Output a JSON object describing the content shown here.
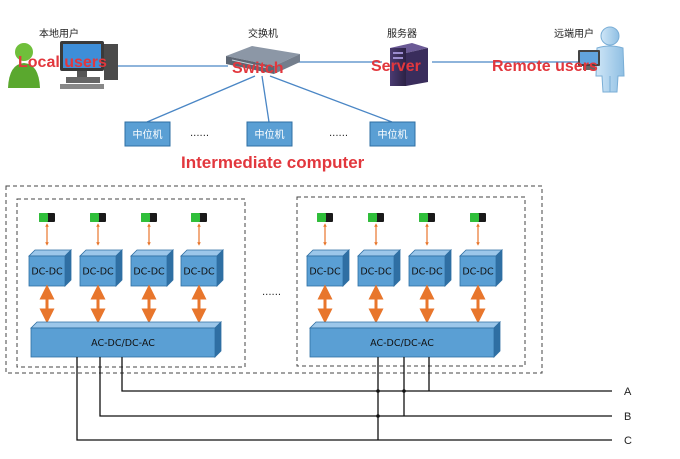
{
  "nodes": {
    "local_user": {
      "cn": "本地用户",
      "en": "Local  users"
    },
    "switch": {
      "cn": "交换机",
      "en": "Switch"
    },
    "server": {
      "cn": "服务器",
      "en": "Server"
    },
    "remote_user": {
      "cn": "远端用户",
      "en": "Remote users"
    }
  },
  "intermediate": {
    "box_label": "中位机",
    "dots": "......",
    "en": "Intermediate computer"
  },
  "modules": {
    "dcdc_label": "DC-DC",
    "acdc_label": "AC-DC/DC-AC",
    "between_dots": "......"
  },
  "bus_labels": [
    "A",
    "B",
    "C"
  ],
  "colors": {
    "box_fill": "#5a9fd4",
    "box_edge": "#2f6fa3",
    "box_top": "#9cc7ea",
    "arrow_orange": "#e8762c",
    "red_text": "#e2373d",
    "network_line": "#4a86c5",
    "bus_line": "#111111",
    "battery_green": "#2fbf3a"
  }
}
